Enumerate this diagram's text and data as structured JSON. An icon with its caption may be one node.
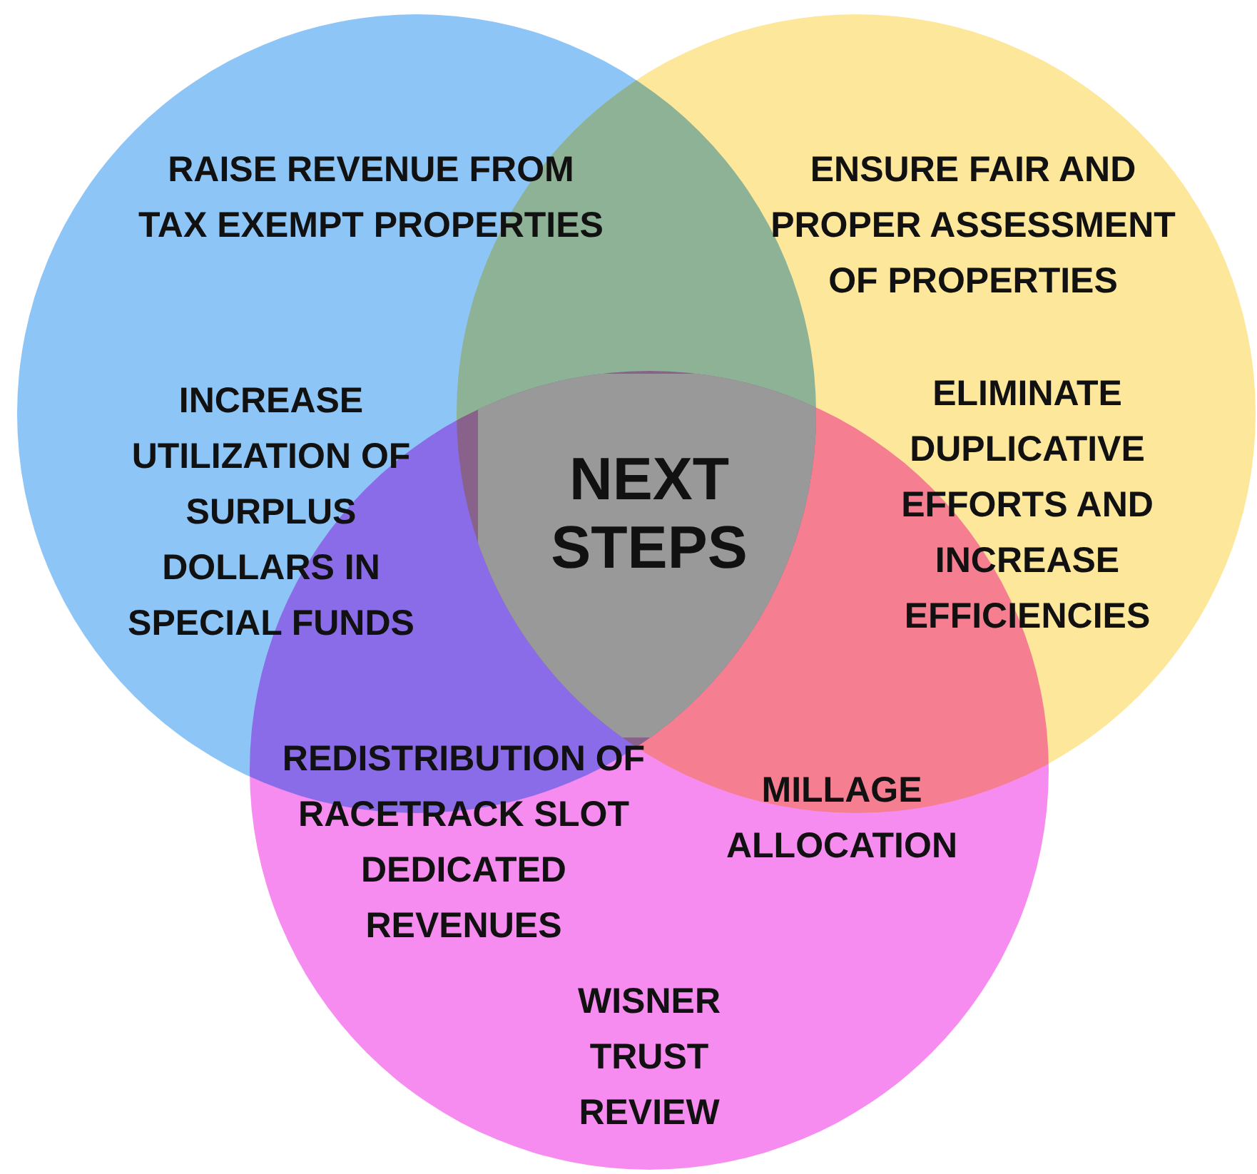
{
  "diagram": {
    "nodes": [
      {
        "text": [
          "NEXT STEPS"
        ]
      }
    ],
    "labels": [
      "RAISE REVENUE FROM TAX EXEMPT PROPERTIES",
      "ENSURE FAIR AND PROPER ASSESSMENT OF PROPERTIES",
      "INCREASE UTILIZATION OF SURPLUS DOLLARS IN SPECIAL FUNDS",
      "ELIMINATE DUPLICATIVE EFFORTS AND INCREASE EFFICIENCIES",
      "REDISTRIBUTION OF RACETRACK SLOT DEDICATED REVENUES",
      "MILLAGE ALLOCATION",
      "WISNER TRUST REVIEW"
    ]
  }
}
